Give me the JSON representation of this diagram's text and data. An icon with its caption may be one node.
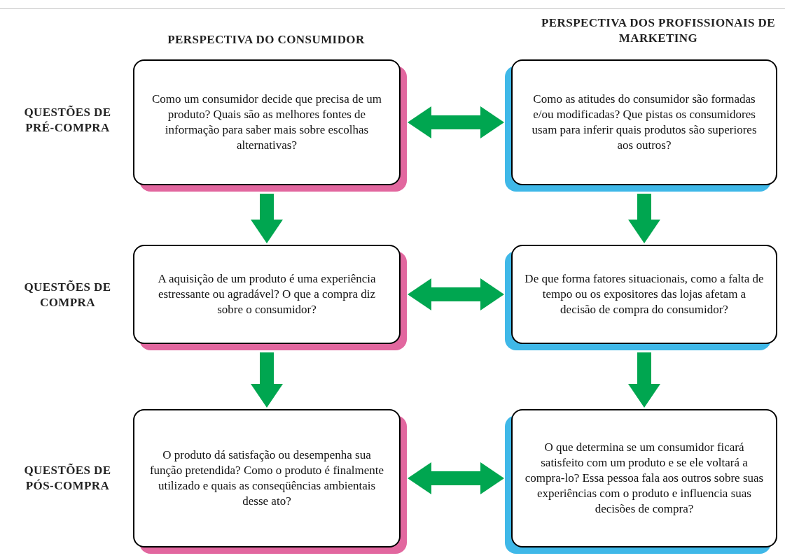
{
  "diagram": {
    "nodes": [
      {
        "text": [
          "Como um consumidor decide que precisa de um produto? Quais são as melhores fontes de informação para saber mais sobre escolhas alternativas?"
        ]
      },
      {
        "text": [
          "Como as atitudes do consumidor são formadas e/ou modificadas? Que pistas os consumidores usam para inferir quais produtos são superiores aos outros?"
        ]
      },
      {
        "text": [
          "A aquisição de um produto é uma experiência estressante ou agradável? O que a compra diz sobre o consumidor?"
        ]
      },
      {
        "text": [
          "De que forma fatores situacionais, como a falta de tempo ou os expositores das lojas afetam a decisão de compra do consumidor?"
        ]
      },
      {
        "text": [
          "O produto dá satisfação ou desempenha sua função pretendida? Como o produto é finalmente utilizado e quais as conseqüências ambientais desse ato?"
        ]
      },
      {
        "text": [
          "O que determina se um consumidor ficará satisfeito com um produto e se ele voltará a compra-lo? Essa pessoa fala aos outros sobre suas experiências com o produto e influencia suas decisões de compra?"
        ]
      }
    ],
    "edges": [
      {
        "from": 0,
        "to": 1,
        "arrow": "both",
        "color": "#00a650"
      },
      {
        "from": 0,
        "to": 2,
        "arrow": "to",
        "color": "#00a650"
      },
      {
        "from": 1,
        "to": 3,
        "arrow": "to",
        "color": "#00a650"
      },
      {
        "from": 2,
        "to": 3,
        "arrow": "both",
        "color": "#00a650"
      },
      {
        "from": 2,
        "to": 4,
        "arrow": "to",
        "color": "#00a650"
      },
      {
        "from": 3,
        "to": 5,
        "arrow": "to",
        "color": "#00a650"
      },
      {
        "from": 4,
        "to": 5,
        "arrow": "both",
        "color": "#00a650"
      }
    ],
    "labels": [
      "PERSPECTIVA DO CONSUMIDOR",
      "PERSPECTIVA DOS PROFISSIONAIS DE MARKETING",
      "QUESTÕES DE PRÉ-COMPRA",
      "QUESTÕES DE COMPRA",
      "QUESTÕES DE PÓS-COMPRA"
    ]
  }
}
